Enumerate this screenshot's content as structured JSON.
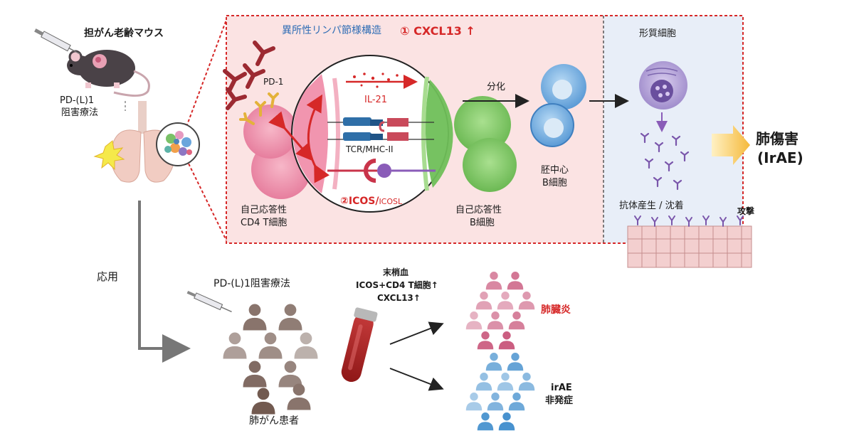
{
  "mouse": {
    "title": "担がん老齢マウス",
    "therapy_line1": "PD-(L)1",
    "therapy_line2": "阻害療法"
  },
  "tls": {
    "title": "異所性リンパ節様構造",
    "cxcl13": "① CXCL13 ↑"
  },
  "synapse": {
    "pd1": "PD-1",
    "il21": "IL-21",
    "tcr": "TCR/MHC-II",
    "icos": "②ICOS/",
    "icosl": "ICOSL",
    "t_cell_line1": "自己応答性",
    "t_cell_line2": "CD4 T細胞",
    "b_cell_line1": "自己応答性",
    "b_cell_line2": "B細胞"
  },
  "differentiation": {
    "arrow_label": "分化",
    "gc_line1": "胚中心",
    "gc_line2": "B細胞",
    "plasma_title": "形質細胞",
    "antibody": "抗体産生 / 沈着",
    "attack": "攻撃"
  },
  "outcome": {
    "line1": "肺傷害",
    "line2": "(IrAE)"
  },
  "application": {
    "label": "応用",
    "therapy": "PD-(L)1阻害療法",
    "patients": "肺がん患者",
    "blood_line1": "末梢血",
    "blood_line2": "ICOS+CD4 T細胞↑",
    "blood_line3": "CXCL13↑",
    "pneumonitis": "肺臓炎",
    "no_irae_line1": "irAE",
    "no_irae_line2": "非発症"
  },
  "colors": {
    "red": "#d62828",
    "blue_title": "#2f6db5",
    "tls_bg": "#fbe3e3",
    "plasma_bg": "#e8eef8",
    "arrow_gold": "#f5b93a",
    "pneumonitis_people": "#c8557a",
    "healthy_people": "#3e8ccc",
    "patient_people": "#6b5147"
  }
}
